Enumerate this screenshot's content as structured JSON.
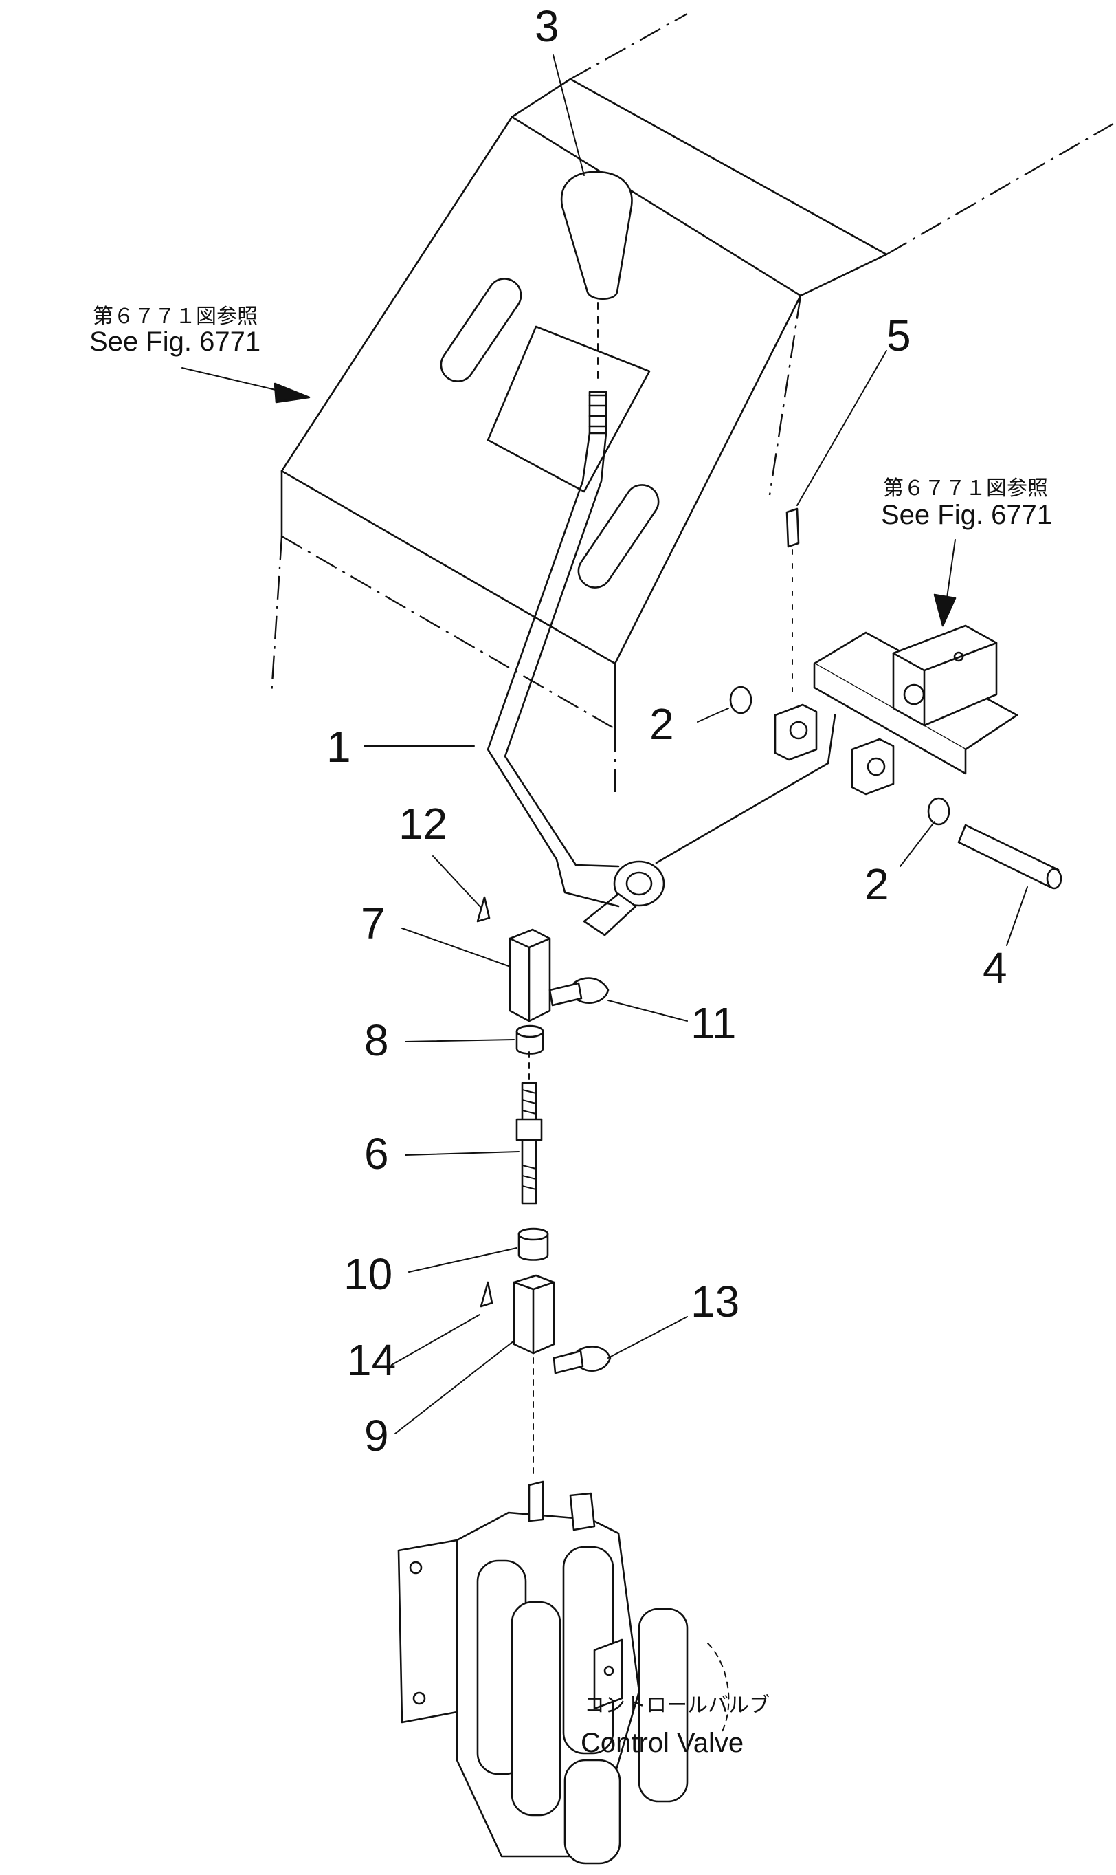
{
  "callouts": [
    {
      "id": "1",
      "label": "1"
    },
    {
      "id": "2a",
      "label": "2"
    },
    {
      "id": "2b",
      "label": "2"
    },
    {
      "id": "3",
      "label": "3"
    },
    {
      "id": "4",
      "label": "4"
    },
    {
      "id": "5",
      "label": "5"
    },
    {
      "id": "6",
      "label": "6"
    },
    {
      "id": "7",
      "label": "7"
    },
    {
      "id": "8",
      "label": "8"
    },
    {
      "id": "9",
      "label": "9"
    },
    {
      "id": "10",
      "label": "10"
    },
    {
      "id": "11",
      "label": "11"
    },
    {
      "id": "12",
      "label": "12"
    },
    {
      "id": "13",
      "label": "13"
    },
    {
      "id": "14",
      "label": "14"
    }
  ],
  "references": {
    "left": {
      "jp": "第６７７１図参照",
      "en": "See Fig. 6771"
    },
    "right": {
      "jp": "第６７７１図参照",
      "en": "See Fig. 6771"
    }
  },
  "control_valve": {
    "jp": "コントロールバルブ",
    "en": "Control Valve"
  }
}
